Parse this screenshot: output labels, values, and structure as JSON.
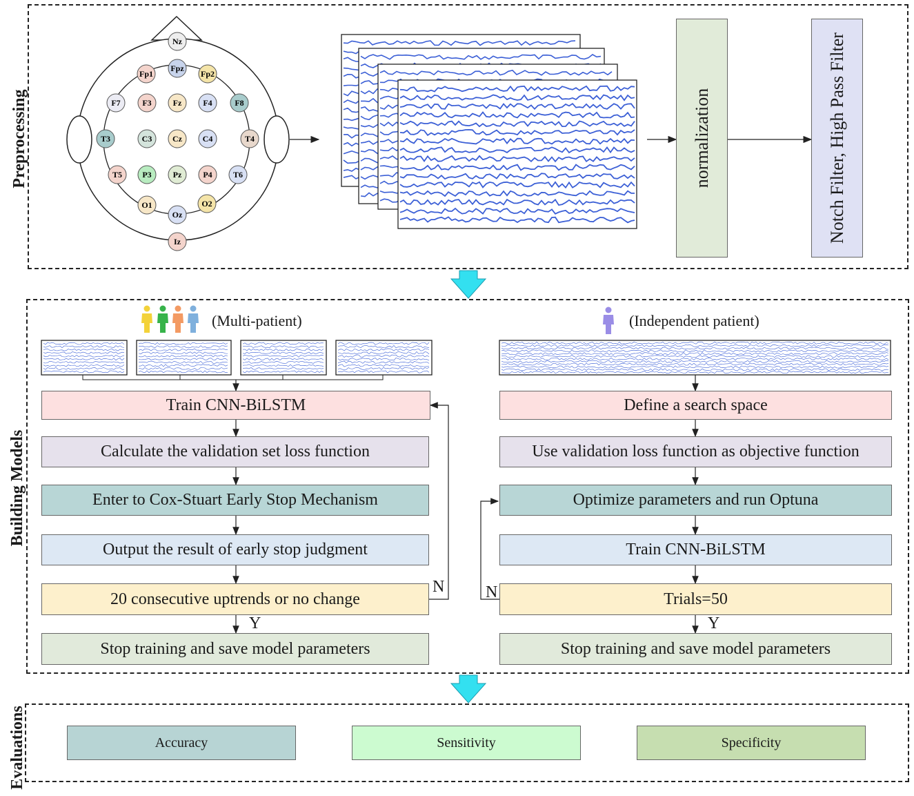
{
  "sections": {
    "preprocessing": "Preprocessing",
    "building": "Building Models",
    "evaluations": "Evaluations"
  },
  "electrodes": [
    "Nz",
    "Fpz",
    "Fp1",
    "Fp2",
    "F7",
    "F3",
    "Fz",
    "F4",
    "F8",
    "T3",
    "C3",
    "Cz",
    "C4",
    "T4",
    "T5",
    "P3",
    "Pz",
    "P4",
    "T6",
    "O1",
    "O2",
    "Oz",
    "Iz"
  ],
  "preprocess": {
    "normalization": "normalization",
    "filter": "Notch Filter, High Pass Filter"
  },
  "multi": {
    "title": "(Multi-patient)",
    "steps": [
      "Train CNN-BiLSTM",
      "Calculate the validation set loss function",
      "Enter to Cox-Stuart Early Stop Mechanism",
      "Output the result of early stop judgment",
      "20 consecutive uptrends or no change",
      "Stop training and save model parameters"
    ],
    "no": "N",
    "yes": "Y"
  },
  "independent": {
    "title": "(Independent patient)",
    "steps": [
      "Define a search space",
      "Use validation loss function as  objective function",
      "Optimize parameters and run Optuna",
      "Train CNN-BiLSTM",
      "Trials=50",
      "Stop training and save model parameters"
    ],
    "no": "N",
    "yes": "Y"
  },
  "evaluation": {
    "metrics": [
      "Accuracy",
      "Sensitivity",
      "Specificity"
    ]
  },
  "colors": {
    "pink": "#fde0e0",
    "lavender": "#e6e1ec",
    "teal": "#b8d6d6",
    "lightblue": "#dde8f4",
    "yellow": "#fdf0cc",
    "sage": "#e1eadb",
    "normalization": "#e1ebd9",
    "filter": "#dfe1f4",
    "accuracy": "#b7d4d4",
    "sensitivity": "#ccfbd0",
    "specificity": "#c6deb0",
    "signal": "#3b5fd6",
    "arrow": "#33e0f0"
  }
}
